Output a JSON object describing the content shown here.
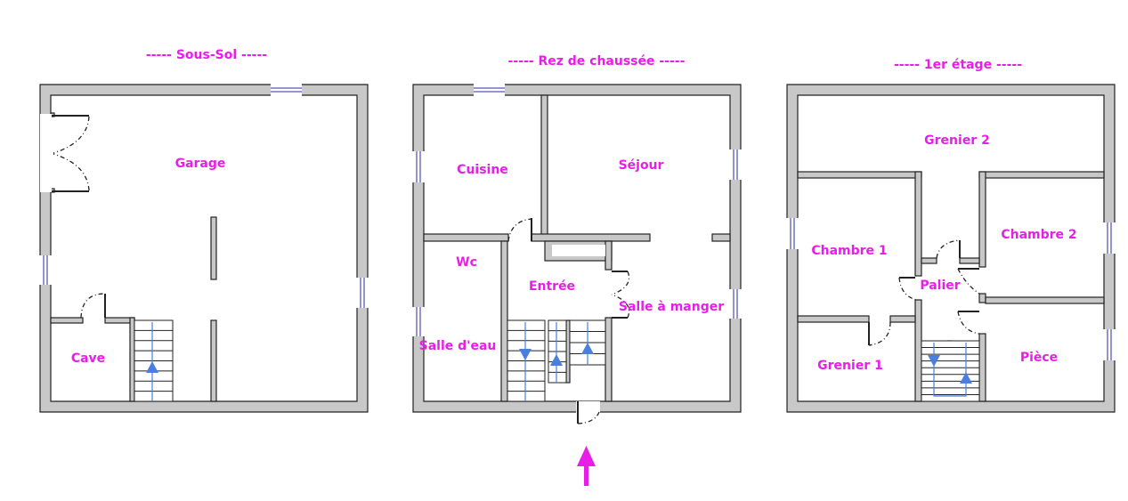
{
  "plans": [
    {
      "title": "-----  Sous-Sol  -----",
      "rooms": [
        "Garage",
        "Cave"
      ]
    },
    {
      "title": "-----  Rez de chaussée  -----",
      "rooms": [
        "Cuisine",
        "Séjour",
        "Wc",
        "Entrée",
        "Salle à manger",
        "Salle d'eau"
      ]
    },
    {
      "title": "-----  1er étage  -----",
      "rooms": [
        "Grenier 2",
        "Chambre 1",
        "Chambre 2",
        "Palier",
        "Grenier 1",
        "Pièce"
      ]
    }
  ],
  "colors": {
    "label": "#e81ee8",
    "wall": "#c8c8c8",
    "stairs": "#4a7fe0",
    "window": "#2a2aa0"
  }
}
